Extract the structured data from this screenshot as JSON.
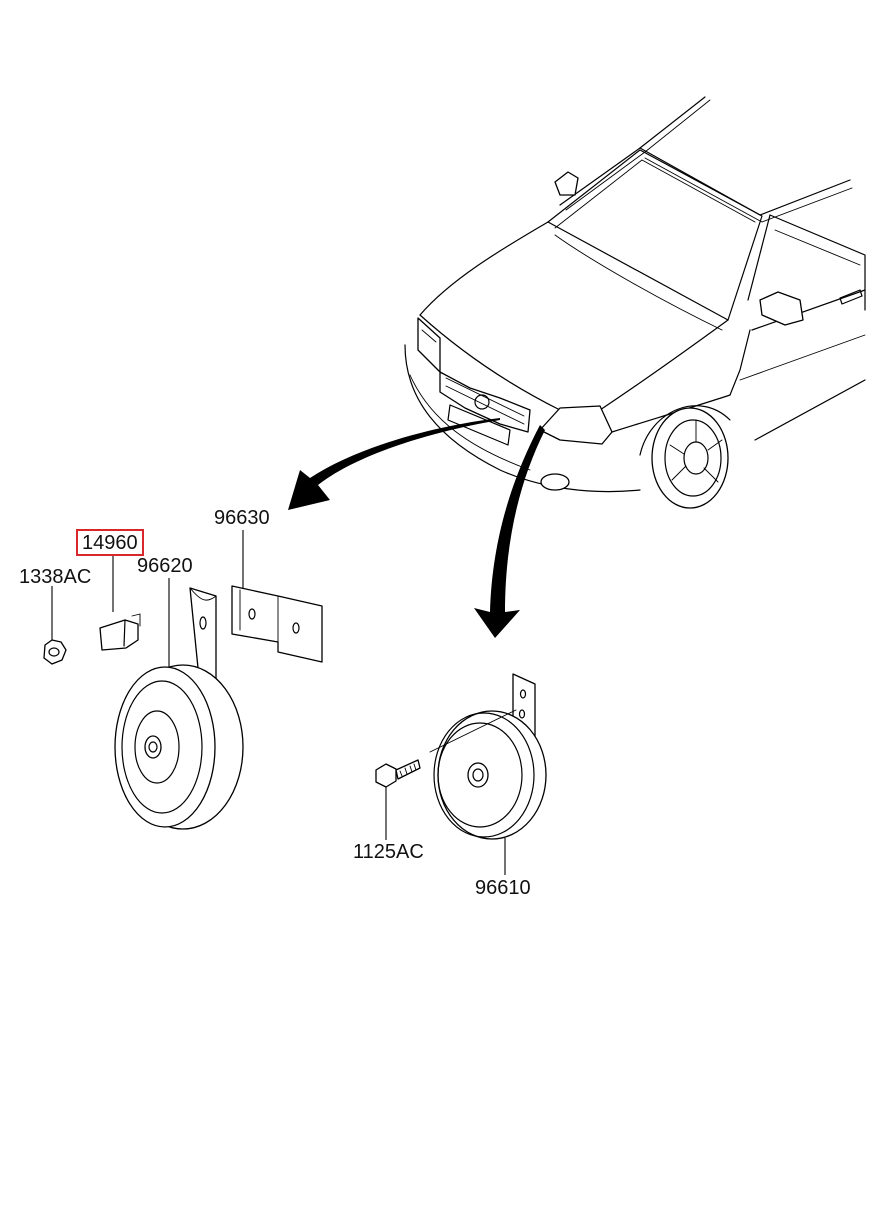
{
  "labels": {
    "bracket": "96630",
    "clip": "14960",
    "nut": "1338AC",
    "horn_low": "96620",
    "bolt": "1125AC",
    "horn_high": "96610"
  },
  "highlight_color": "#d9262b"
}
